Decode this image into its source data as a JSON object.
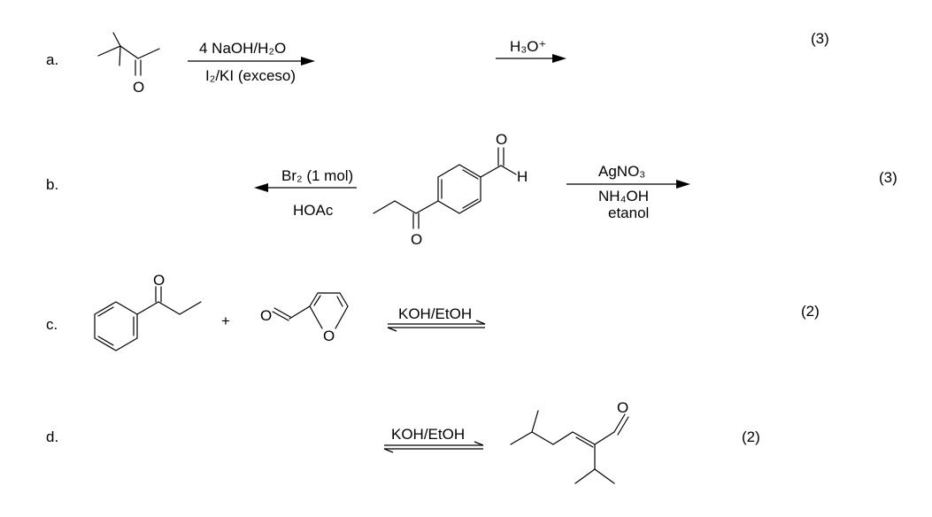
{
  "reactions": [
    {
      "label": "a.",
      "reagents_step1": [
        "4 NaOH/H₂O",
        "I₂/KI (exceso)"
      ],
      "reagent_step2": "H₃O⁺",
      "points": "(3)"
    },
    {
      "label": "b.",
      "reagents_left": [
        "Br₂ (1 mol)",
        "HOAc"
      ],
      "reagents_right": [
        "AgNO₃",
        "NH₄OH",
        "etanol"
      ],
      "points": "(3)"
    },
    {
      "label": "c.",
      "plus": "+",
      "reagent": "KOH/EtOH",
      "points": "(2)"
    },
    {
      "label": "d.",
      "reagent": "KOH/EtOH",
      "points": "(2)"
    }
  ],
  "atoms": {
    "oxygen": "O",
    "hydrogen": "H"
  }
}
